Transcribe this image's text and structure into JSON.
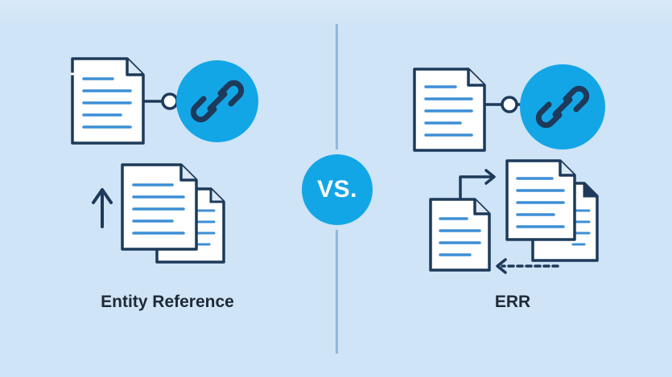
{
  "badge": {
    "label": "VS."
  },
  "left": {
    "caption": "Entity Reference"
  },
  "right": {
    "caption": "ERR"
  },
  "colors": {
    "background": "#cfe4f6",
    "accent": "#13a6e7",
    "ink": "#1d3a5a",
    "paper": "#ffffff",
    "lines": "#3d8fd6"
  }
}
